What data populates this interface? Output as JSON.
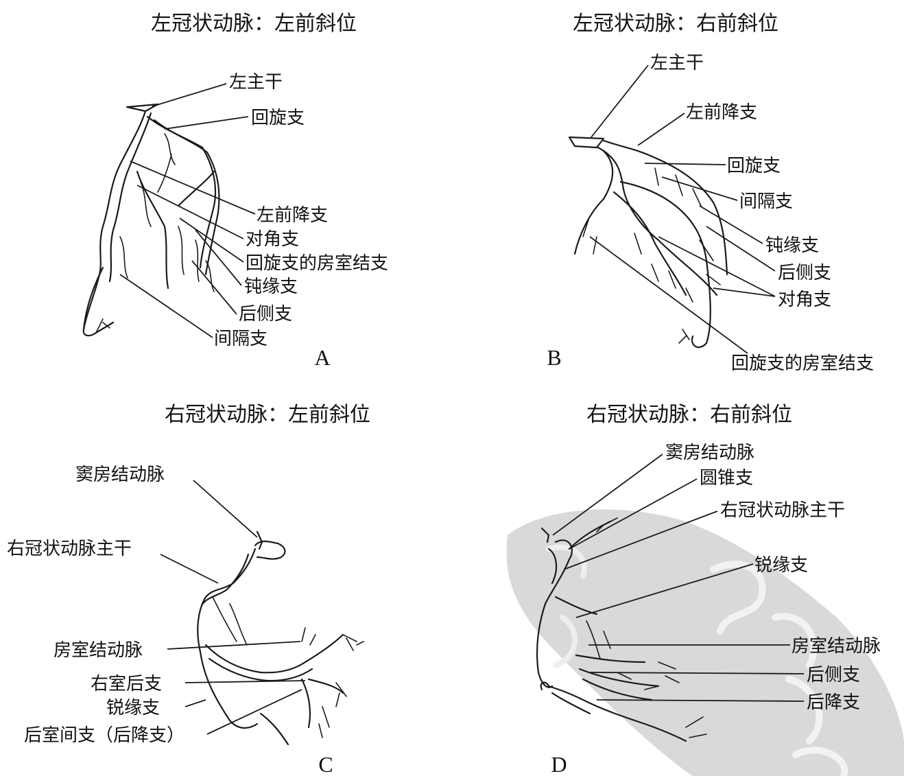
{
  "panels": {
    "a": {
      "title": "左冠状动脉：左前斜位",
      "letter": "A",
      "labels": [
        "左主干",
        "回旋支",
        "左前降支",
        "对角支",
        "回旋支的房室结支",
        "钝缘支",
        "后侧支",
        "间隔支"
      ]
    },
    "b": {
      "title": "左冠状动脉：右前斜位",
      "letter": "B",
      "labels": [
        "左主干",
        "左前降支",
        "回旋支",
        "间隔支",
        "钝缘支",
        "后侧支",
        "对角支",
        "回旋支的房室结支"
      ]
    },
    "c": {
      "title": "右冠状动脉：左前斜位",
      "letter": "C",
      "labels": [
        "窦房结动脉",
        "右冠状动脉主干",
        "房室结动脉",
        "右室后支",
        "锐缘支",
        "后室间支（后降支）"
      ]
    },
    "d": {
      "title": "右冠状动脉：右前斜位",
      "letter": "D",
      "labels": [
        "窦房结动脉",
        "圆锥支",
        "右冠状动脉主干",
        "锐缘支",
        "房室结动脉",
        "后侧支",
        "后降支"
      ]
    }
  },
  "colors": {
    "ink": "#1a1a1a",
    "watermark": "#d8d8d8",
    "background": "#ffffff"
  }
}
